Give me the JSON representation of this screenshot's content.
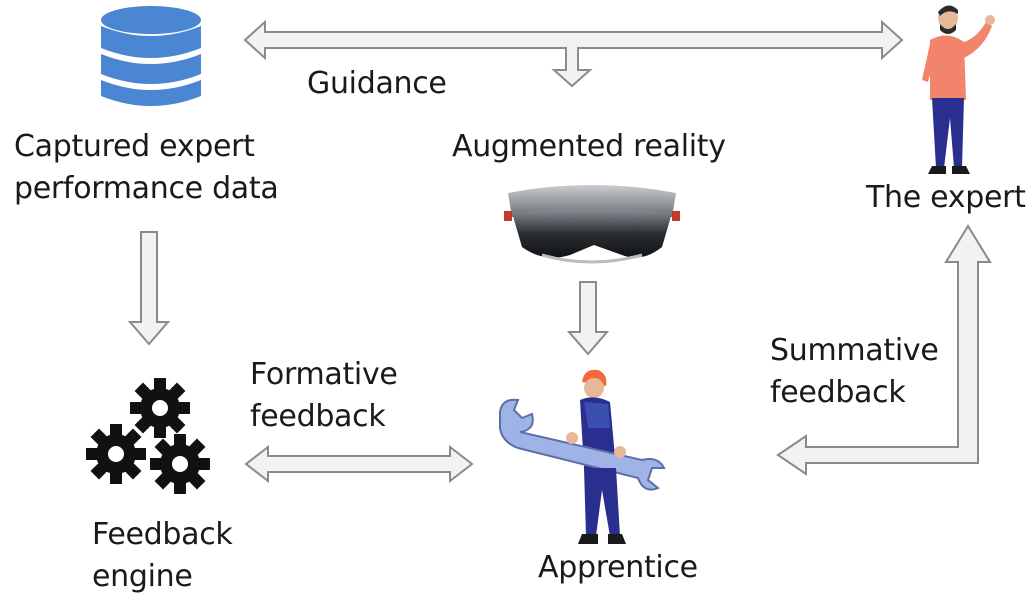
{
  "nodes": {
    "database": {
      "line1": "Captured expert",
      "line2": "performance data"
    },
    "headset": {
      "label": "Augmented reality"
    },
    "expert": {
      "label": "The expert"
    },
    "engine": {
      "line1": "Feedback",
      "line2": "engine"
    },
    "apprentice": {
      "label": "Apprentice"
    }
  },
  "edges": {
    "guidance": {
      "label": "Guidance"
    },
    "formative": {
      "line1": "Formative",
      "line2": "feedback"
    },
    "summative": {
      "line1": "Summative",
      "line2": "feedback"
    }
  },
  "colors": {
    "database": "#4a86d2",
    "arrow_fill": "#f2f2f2",
    "arrow_stroke": "#8a8a8a",
    "expert_shirt": "#f2846b",
    "pants": "#2a2f8f",
    "helmet": "#f26a3c",
    "wrench": "#9fb3e6",
    "gear": "#111111"
  }
}
